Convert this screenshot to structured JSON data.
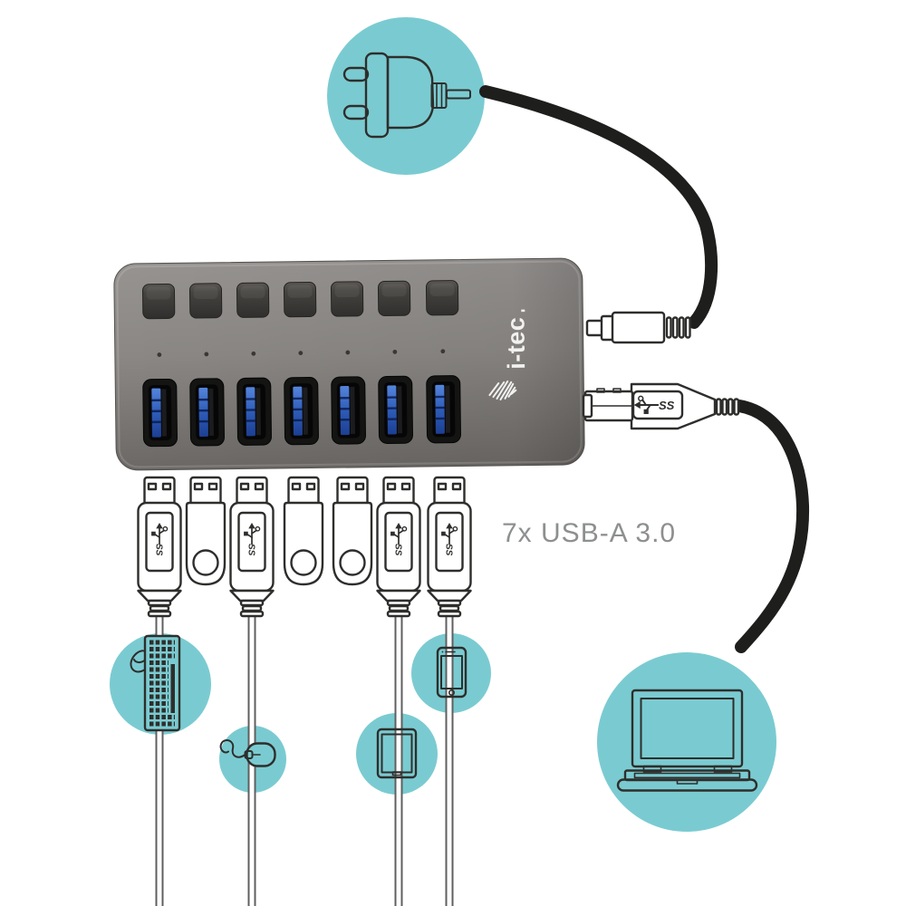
{
  "colors": {
    "teal": "#7acbd1",
    "ink": "#2e2e2c",
    "cable": "#1e1e1c",
    "thin_cable": "#5f5f5f",
    "hub_top": "#918e8b",
    "hub_bottom": "#6d6a67",
    "port_blue": "#2e5cb8",
    "label": "#8d8f90",
    "brand": "#f2f1ef"
  },
  "labels": {
    "ports_label": "7x USB-A 3.0"
  },
  "hub": {
    "brand": "i-tec",
    "button_count": 7,
    "led_count": 7,
    "port_count": 7
  },
  "logos": {
    "ss": "SS"
  },
  "connectors": {
    "row": [
      "usb-a-plug",
      "usb-flash-drive",
      "usb-a-plug",
      "usb-flash-drive",
      "usb-flash-drive",
      "usb-a-plug",
      "usb-a-plug"
    ]
  },
  "devices": [
    "power-plug",
    "keyboard",
    "mouse",
    "tablet",
    "smartphone",
    "laptop"
  ]
}
